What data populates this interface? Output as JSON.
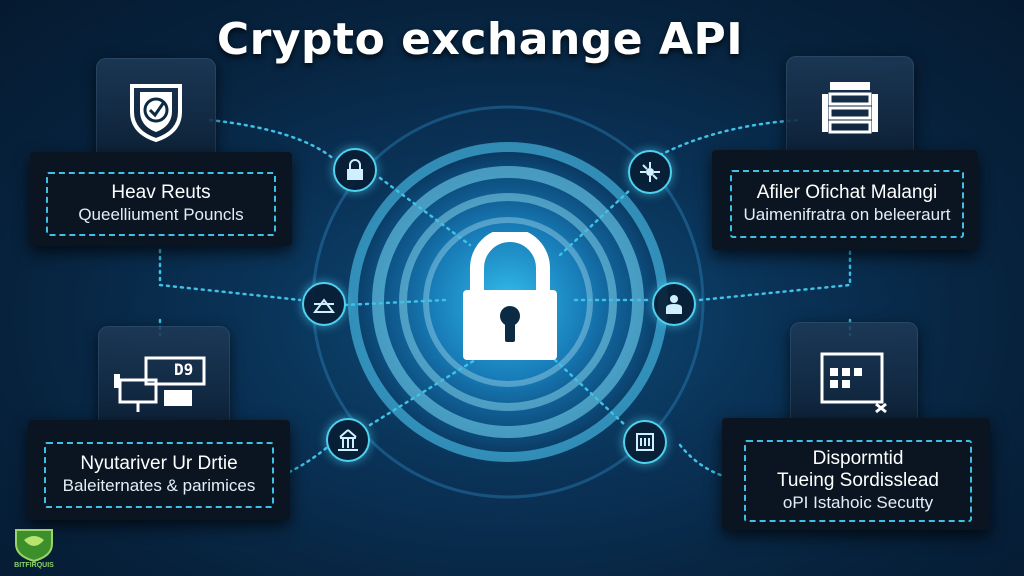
{
  "title": "Crypto exchange API",
  "cards": {
    "top_left": {
      "title": "Heav Reuts",
      "subtitle": "Queelliument Pouncls"
    },
    "top_right": {
      "title": "Afiler Ofichat Malangi",
      "subtitle": "Uaimenifratra on beleeraurt"
    },
    "bottom_left": {
      "title": "Nyutariver Ur Drtie",
      "subtitle": "Baleiternates & parimices"
    },
    "bottom_right": {
      "title": "Dispormtid",
      "title2": "Tueing Sordisslead",
      "subtitle": "oPI Istahoic Secutty"
    }
  },
  "icon_tiles": {
    "bottom_left_code": "D9"
  },
  "logo": {
    "text": "BITFIRQUIS"
  },
  "colors": {
    "accent": "#3fc1e6",
    "background": "#07223d",
    "lock": "#ffffff",
    "glow": "#1fa3e0"
  }
}
